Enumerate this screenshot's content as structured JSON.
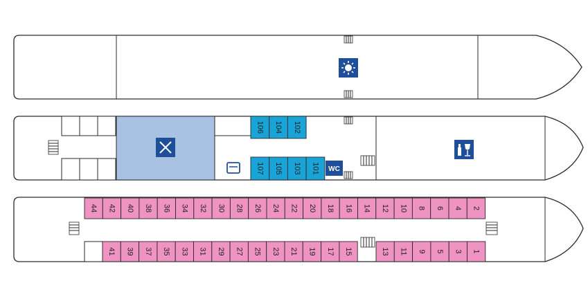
{
  "colors": {
    "outline": "#2a2a2a",
    "stair": "#2a2a2a",
    "icon_bg": "#1f4f99",
    "restaurant": "#a9c1e3",
    "cabin_blue": "#1aa3d6",
    "cabin_pink": "#ef93c2",
    "text": "#222222"
  },
  "decks": {
    "sun": {
      "icons": [
        {
          "name": "sun-icon"
        }
      ]
    },
    "upper": {
      "cabins_top": [
        "106",
        "104",
        "102"
      ],
      "cabins_bottom": [
        "107",
        "105",
        "103",
        "101"
      ],
      "wc_label": "WC",
      "icons": [
        {
          "name": "restaurant-icon"
        },
        {
          "name": "lounge-bar-icon"
        },
        {
          "name": "reception-desk-icon"
        }
      ]
    },
    "main": {
      "cabins_top": [
        "44",
        "42",
        "40",
        "38",
        "36",
        "34",
        "32",
        "30",
        "28",
        "26",
        "24",
        "22",
        "20",
        "18",
        "16",
        "14",
        "12",
        "10",
        "8",
        "6",
        "4",
        "2"
      ],
      "cabins_bottom_aft": [
        "41",
        "39",
        "37",
        "35",
        "33",
        "31",
        "29",
        "27",
        "25",
        "23",
        "21",
        "19",
        "17",
        "15"
      ],
      "cabins_bottom_fwd": [
        "13",
        "11",
        "9",
        "5",
        "3",
        "1"
      ]
    }
  }
}
